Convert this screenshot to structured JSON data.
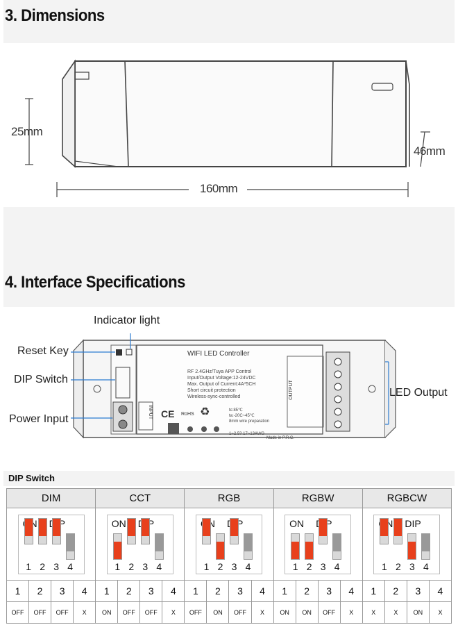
{
  "dimensions": {
    "heading": "3. Dimensions",
    "height": "25mm",
    "width": "46mm",
    "length": "160mm"
  },
  "interface": {
    "heading": "4. Interface Specifications",
    "labels": {
      "indicator": "Indicator light",
      "reset": "Reset Key",
      "dip": "DIP Switch",
      "power": "Power Input",
      "led_output": "LED Output"
    },
    "device": {
      "title": "WIFI LED Controller",
      "lines": [
        "RF 2.4GHz/Tuya APP Control",
        "Input/Output Voltage:12-24VDC",
        "Max. Output of Current:4A*5CH",
        "Short circuit protection",
        "Wireless-sync-controlled"
      ],
      "temps": [
        "tc:85℃",
        "ta:-20C~45℃"
      ],
      "wire": "8mm wire preparation",
      "awg": "1~2.5? 17~13AWG",
      "made": "Made in P.R.C.",
      "input": "INPUT",
      "output": "OUTPUT",
      "ce": "CE",
      "rohs": "RoHS"
    }
  },
  "dip_table": {
    "title": "DIP Switch",
    "on_label": "ON",
    "dip_label": "DIP",
    "modes": [
      {
        "name": "DIM",
        "switch_up": [
          true,
          true,
          true,
          false
        ],
        "gray": [
          false,
          false,
          false,
          true
        ],
        "values": [
          "OFF",
          "OFF",
          "OFF",
          "X"
        ]
      },
      {
        "name": "CCT",
        "switch_up": [
          false,
          true,
          true,
          false
        ],
        "gray": [
          false,
          false,
          false,
          true
        ],
        "values": [
          "ON",
          "OFF",
          "OFF",
          "X"
        ]
      },
      {
        "name": "RGB",
        "switch_up": [
          true,
          false,
          true,
          false
        ],
        "gray": [
          false,
          false,
          false,
          true
        ],
        "values": [
          "OFF",
          "ON",
          "OFF",
          "X"
        ]
      },
      {
        "name": "RGBW",
        "switch_up": [
          false,
          false,
          true,
          false
        ],
        "gray": [
          false,
          false,
          false,
          true
        ],
        "values": [
          "ON",
          "ON",
          "OFF",
          "X"
        ]
      },
      {
        "name": "RGBCW",
        "switch_up": [
          true,
          true,
          false,
          false
        ],
        "gray": [
          false,
          false,
          false,
          true
        ],
        "values": [
          "X",
          "X",
          "ON",
          "X"
        ]
      }
    ],
    "numbers": [
      "1",
      "2",
      "3",
      "4"
    ]
  }
}
